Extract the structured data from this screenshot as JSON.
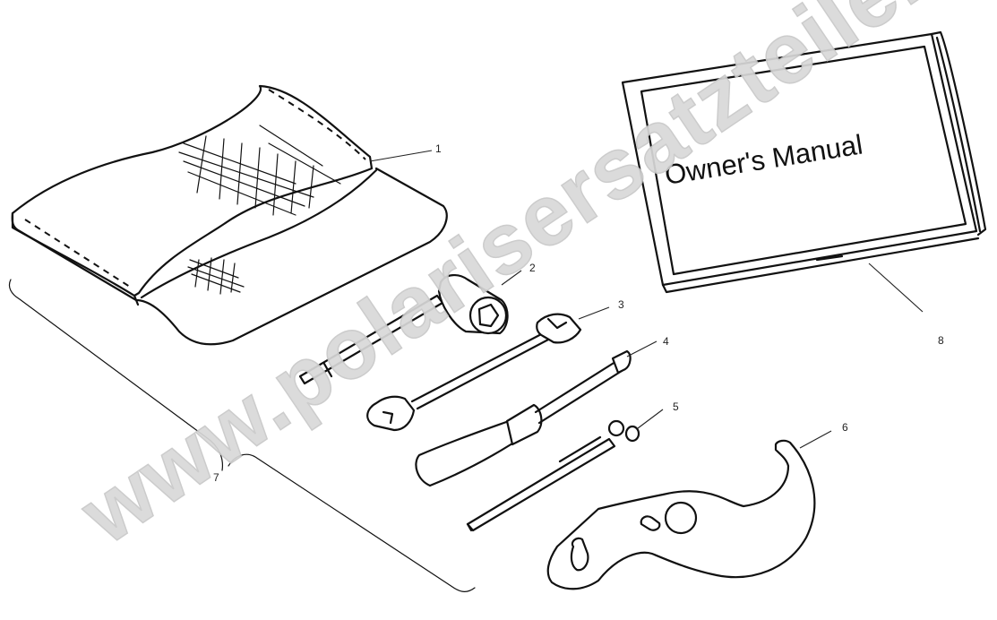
{
  "diagram": {
    "type": "exploded parts illustration",
    "manual_cover_text": "Owner's Manual",
    "watermark_text": "www.polarisersatzteile.de",
    "callouts": [
      {
        "number": "1",
        "part": "tool-pouch"
      },
      {
        "number": "2",
        "part": "spark-plug-socket-wrench"
      },
      {
        "number": "3",
        "part": "open-end-wrench"
      },
      {
        "number": "4",
        "part": "screwdriver"
      },
      {
        "number": "5",
        "part": "tire-pressure-gauge"
      },
      {
        "number": "6",
        "part": "spanner-wrench"
      },
      {
        "number": "7",
        "part": "tool-kit-bracket"
      },
      {
        "number": "8",
        "part": "owners-manual"
      }
    ]
  }
}
